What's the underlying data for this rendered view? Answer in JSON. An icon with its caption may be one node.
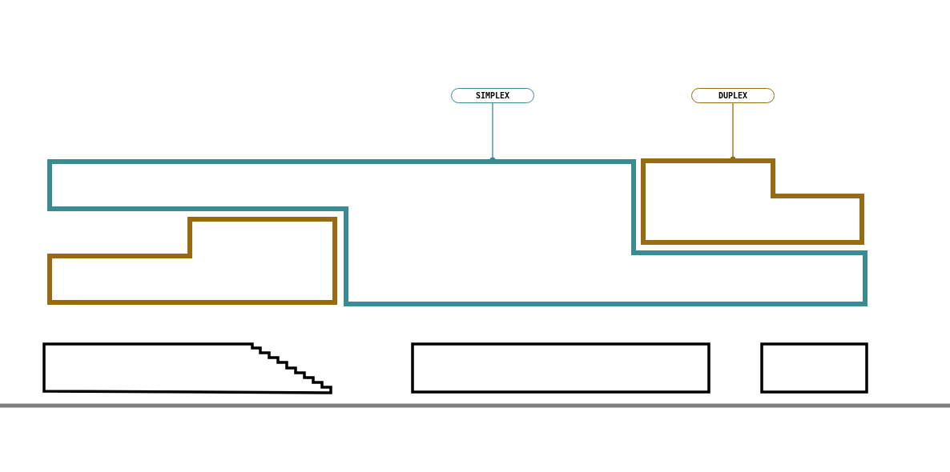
{
  "diagram": {
    "nodes": [
      {
        "text": [
          "SIMPLEX"
        ]
      },
      {
        "text": [],
        "shape": "box"
      },
      {
        "text": [
          "DUPLEX"
        ]
      },
      {
        "text": [],
        "shape": "box"
      },
      {
        "text": [],
        "shape": "box"
      },
      {
        "text": [],
        "shape": "box"
      },
      {
        "text": [],
        "shape": "box"
      },
      {
        "text": [],
        "shape": "box"
      }
    ],
    "edges": [
      {
        "from": 0,
        "to": 1,
        "arrow": "other",
        "color": "#3a8c93"
      },
      {
        "from": 2,
        "to": 3,
        "arrow": "other",
        "color": "#9a6a12"
      }
    ]
  }
}
